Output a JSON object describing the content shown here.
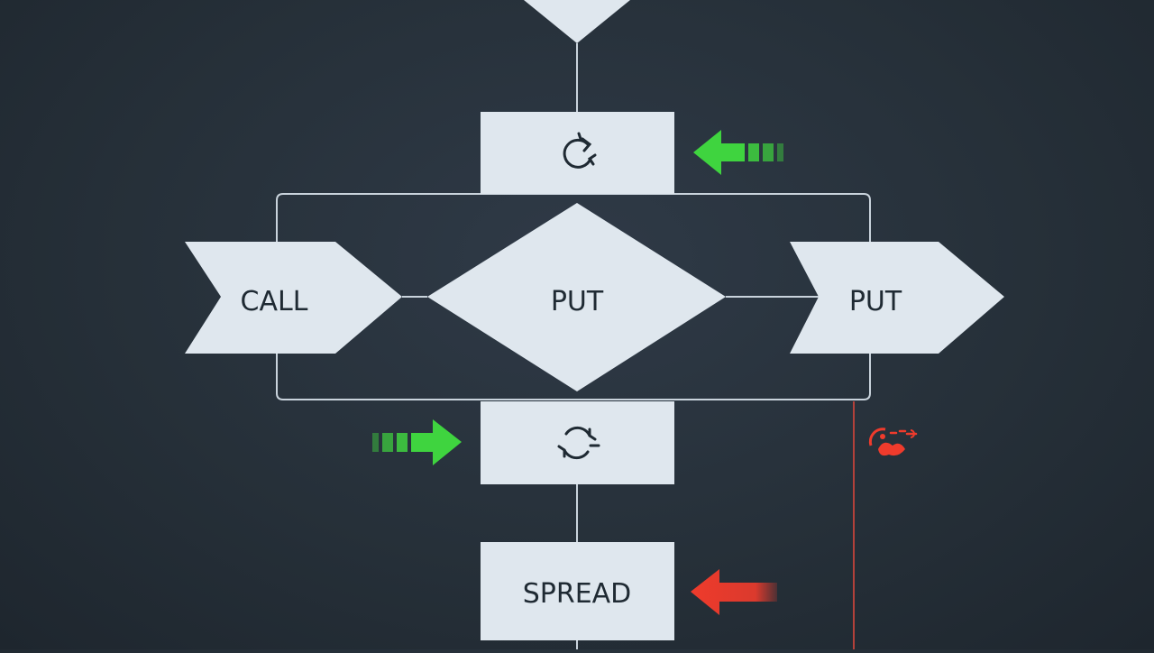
{
  "diagram": {
    "colors": {
      "background": "#28323c",
      "node_fill": "#dfe7ee",
      "connector": "#cfd8e0",
      "text": "#1f2a33",
      "green_arrow": "#3fd43f",
      "red_arrow": "#ef3b2c"
    },
    "nodes": {
      "call_label": "CALL",
      "decision_label": "PUT",
      "right_label": "PUT",
      "spread_label": "SPREAD"
    },
    "icons": {
      "top_box": "refresh-icon",
      "mid_box": "cycle-icon",
      "red_marker": "warning-icon"
    },
    "arrows": [
      {
        "name": "green-arrow-in-top",
        "color": "green",
        "direction": "left"
      },
      {
        "name": "green-arrow-in-mid",
        "color": "green",
        "direction": "right"
      },
      {
        "name": "red-arrow-in-bottom",
        "color": "red",
        "direction": "left"
      }
    ]
  }
}
